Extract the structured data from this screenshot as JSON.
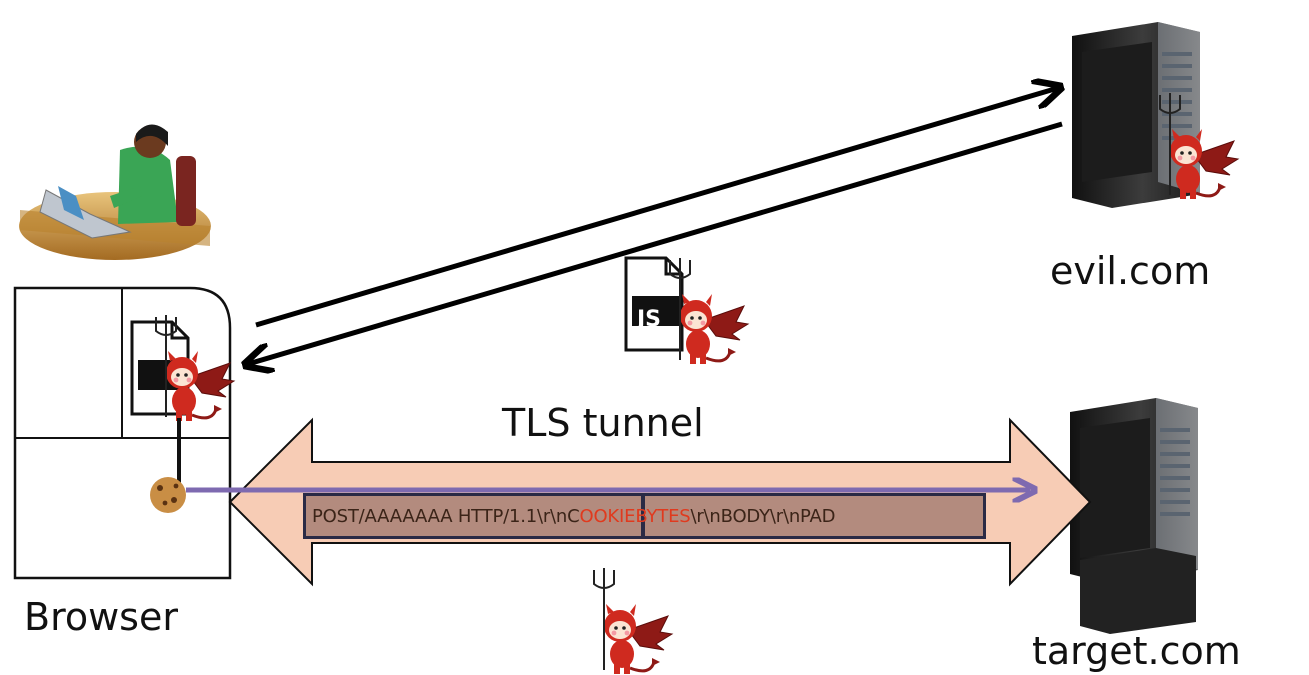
{
  "labels": {
    "evil": "evil.com",
    "target": "target.com",
    "browser": "Browser",
    "tunnel": "TLS tunnel"
  },
  "packet": {
    "prefix": "POST/AAAAAAA HTTP/1.1\\r\\nC",
    "highlight": "OOKIEBYTES",
    "suffix": "\\r\\nBODY\\r\\nPAD"
  },
  "script_icon_text": "JS",
  "colors": {
    "tunnel_fill": "#f7ccb5",
    "packet_fill": "#b38b7e",
    "packet_highlight": "#e03a1e",
    "flow_arrow": "#7e6ab0",
    "devil_red": "#cf2a1f",
    "server_dark": "#2b2b2b"
  }
}
